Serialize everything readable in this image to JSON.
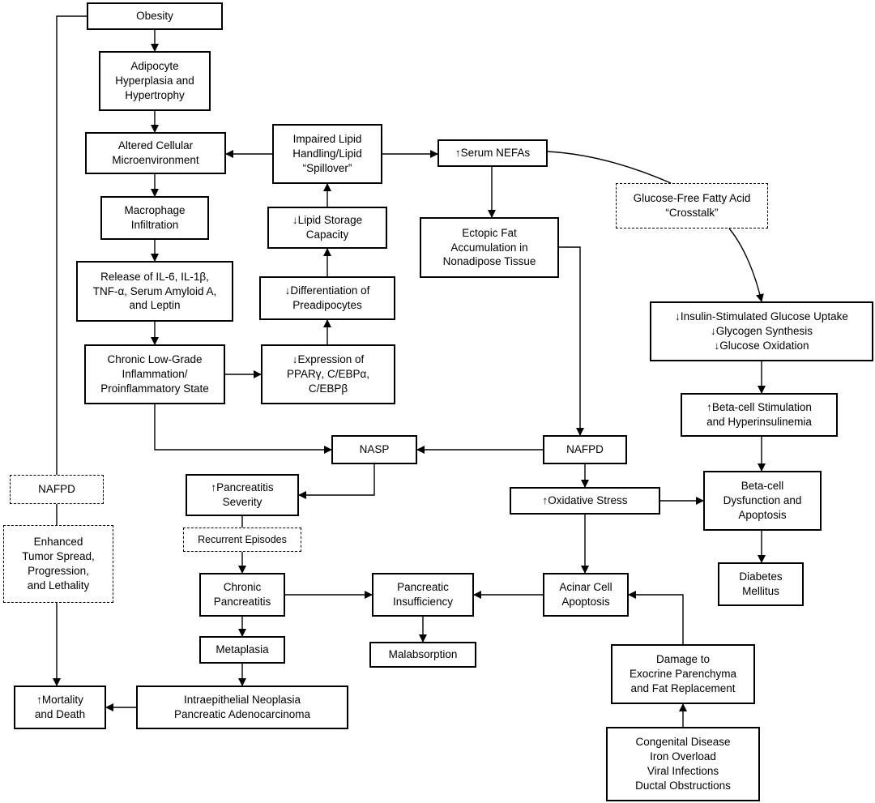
{
  "nodes": {
    "obesity": "Obesity",
    "adipocyte": "Adipocyte\nHyperplasia and\nHypertrophy",
    "altered": "Altered Cellular\nMicroenvironment",
    "macrophage": "Macrophage\nInfiltration",
    "release": "Release of IL-6, IL-1β,\nTNF-α, Serum Amyloid A,\nand Leptin",
    "chronic_inflammation": "Chronic Low-Grade\nInflammation/\nProinflammatory State",
    "impaired_lipid": "Impaired Lipid\nHandling/Lipid\n“Spillover”",
    "lipid_storage": "↓Lipid Storage\nCapacity",
    "differentiation": "↓Differentiation of\nPreadipocytes",
    "expression": "↓Expression of\nPPARγ, C/EBPα,\nC/EBPβ",
    "serum_nefas": "↑Serum NEFAs",
    "ectopic_fat": "Ectopic Fat\nAccumulation in\nNonadipose Tissue",
    "crosstalk": "Glucose-Free Fatty Acid\n“Crosstalk”",
    "insulin_uptake": "↓Insulin-Stimulated Glucose Uptake\n↓Glycogen Synthesis\n↓Glucose Oxidation",
    "beta_stimulation": "↑Beta-cell Stimulation\nand Hyperinsulinemia",
    "beta_dysfunction": "Beta-cell\nDysfunction and\nApoptosis",
    "diabetes": "Diabetes\nMellitus",
    "nasp": "NASP",
    "nafpd_center": "NAFPD",
    "nafpd_left": "NAFPD",
    "tumor_spread": "Enhanced\nTumor Spread,\nProgression,\nand Lethality",
    "pancreatitis_severity": "↑Pancreatitis\nSeverity",
    "recurrent": "Recurrent Episodes",
    "oxidative": "↑Oxidative Stress",
    "chronic_pancreatitis": "Chronic\nPancreatitis",
    "insufficiency": "Pancreatic\nInsufficiency",
    "acinar": "Acinar Cell\nApoptosis",
    "metaplasia": "Metaplasia",
    "malabsorption": "Malabsorption",
    "damage": "Damage to\nExocrine Parenchyma\nand Fat Replacement",
    "mortality": "↑Mortality\nand Death",
    "neoplasia": "Intraepithelial Neoplasia\nPancreatic Adenocarcinoma",
    "congenital": "Congenital Disease\nIron Overload\nViral Infections\nDuctal Obstructions"
  },
  "edges": [
    {
      "from": "obesity",
      "to": "adipocyte"
    },
    {
      "from": "adipocyte",
      "to": "altered"
    },
    {
      "from": "altered",
      "to": "macrophage"
    },
    {
      "from": "macrophage",
      "to": "release"
    },
    {
      "from": "release",
      "to": "chronic_inflammation"
    },
    {
      "from": "chronic_inflammation",
      "to": "expression"
    },
    {
      "from": "expression",
      "to": "differentiation"
    },
    {
      "from": "differentiation",
      "to": "lipid_storage"
    },
    {
      "from": "lipid_storage",
      "to": "impaired_lipid"
    },
    {
      "from": "impaired_lipid",
      "to": "altered"
    },
    {
      "from": "impaired_lipid",
      "to": "serum_nefas"
    },
    {
      "from": "serum_nefas",
      "to": "ectopic_fat"
    },
    {
      "from": "serum_nefas",
      "to": "insulin_uptake",
      "via": "crosstalk"
    },
    {
      "from": "insulin_uptake",
      "to": "beta_stimulation"
    },
    {
      "from": "beta_stimulation",
      "to": "beta_dysfunction"
    },
    {
      "from": "beta_dysfunction",
      "to": "diabetes"
    },
    {
      "from": "ectopic_fat",
      "to": "nafpd_center"
    },
    {
      "from": "chronic_inflammation",
      "to": "nasp"
    },
    {
      "from": "nafpd_center",
      "to": "nasp"
    },
    {
      "from": "nafpd_center",
      "to": "oxidative"
    },
    {
      "from": "nasp",
      "to": "pancreatitis_severity"
    },
    {
      "from": "oxidative",
      "to": "beta_dysfunction"
    },
    {
      "from": "oxidative",
      "to": "acinar"
    },
    {
      "from": "pancreatitis_severity",
      "to": "chronic_pancreatitis",
      "via": "recurrent"
    },
    {
      "from": "chronic_pancreatitis",
      "to": "insufficiency"
    },
    {
      "from": "acinar",
      "to": "insufficiency"
    },
    {
      "from": "insufficiency",
      "to": "malabsorption"
    },
    {
      "from": "chronic_pancreatitis",
      "to": "metaplasia"
    },
    {
      "from": "metaplasia",
      "to": "neoplasia"
    },
    {
      "from": "neoplasia",
      "to": "mortality"
    },
    {
      "from": "congenital",
      "to": "damage"
    },
    {
      "from": "damage",
      "to": "acinar"
    },
    {
      "from": "obesity",
      "to": "mortality",
      "via": [
        "nafpd_left",
        "tumor_spread"
      ]
    }
  ]
}
